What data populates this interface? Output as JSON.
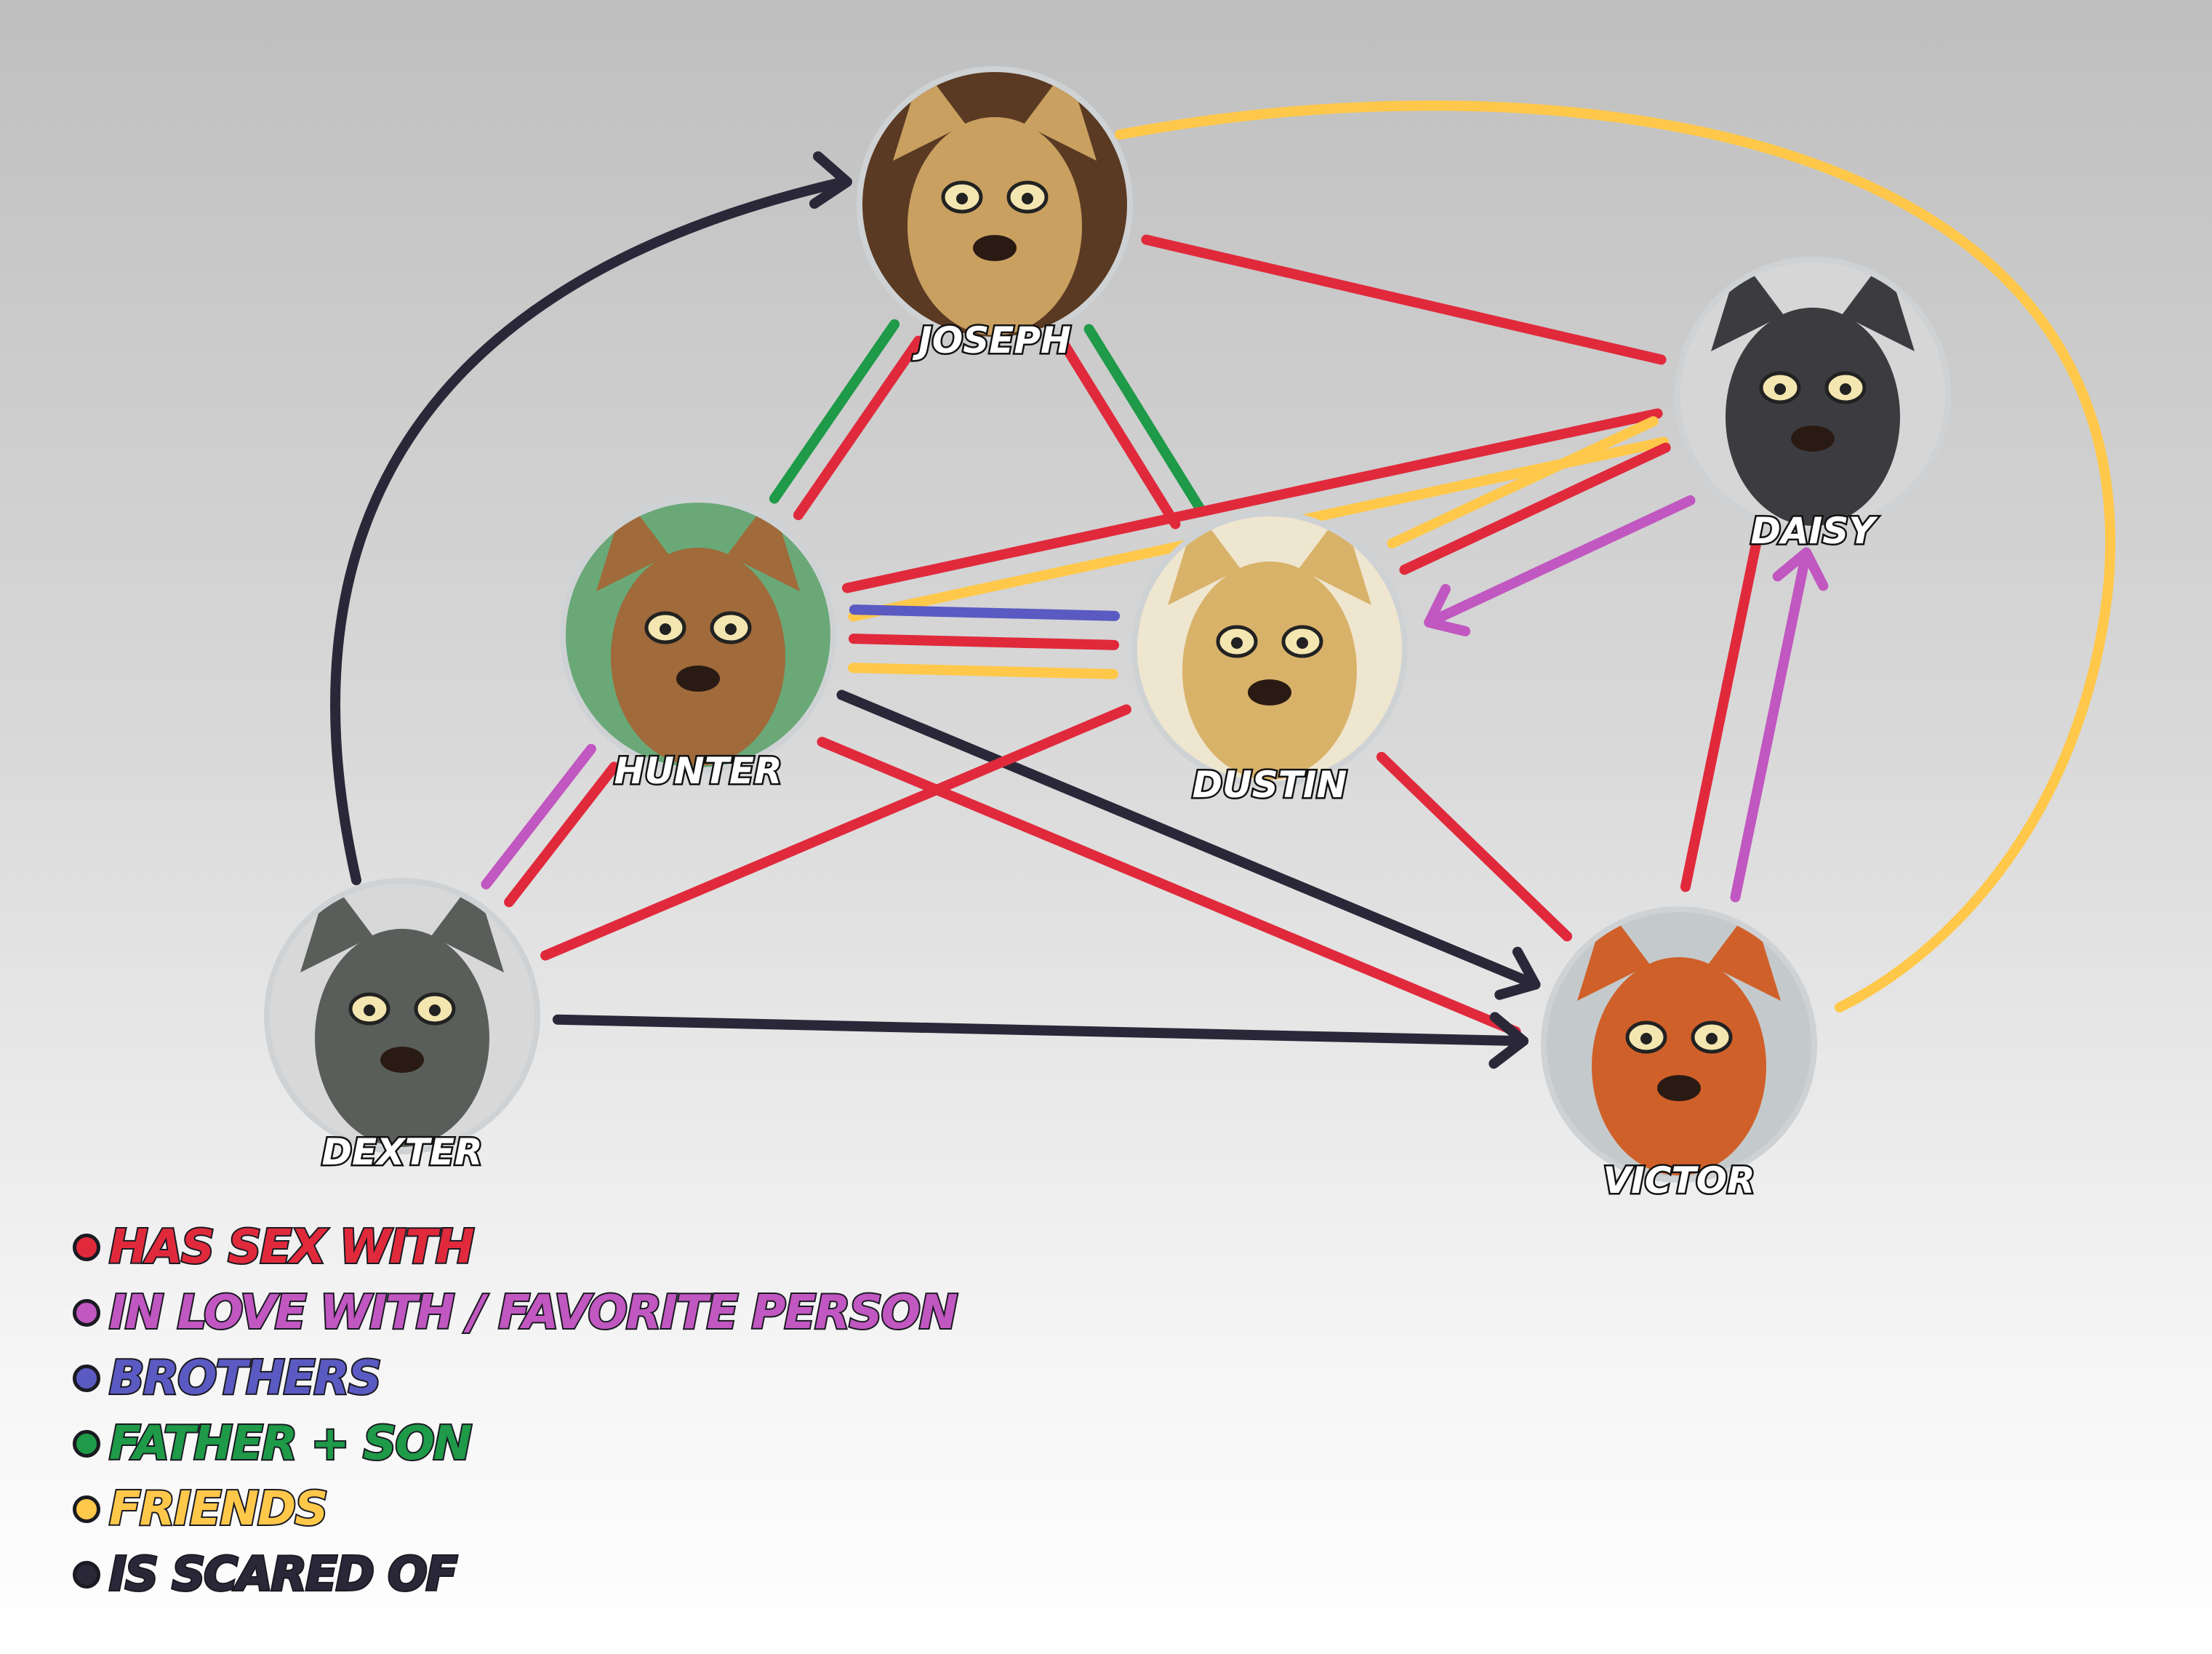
{
  "characters": [
    {
      "id": "joseph",
      "name": "JOSEPH",
      "color": "#5a3a22",
      "face": "#c9a060"
    },
    {
      "id": "daisy",
      "name": "DAISY",
      "color": "#d6d6d6",
      "face": "#3c3c40"
    },
    {
      "id": "hunter",
      "name": "HUNTER",
      "color": "#6aa878",
      "face": "#a06a3a"
    },
    {
      "id": "dustin",
      "name": "DUSTIN",
      "color": "#efe6d0",
      "face": "#d9b26a"
    },
    {
      "id": "dexter",
      "name": "DEXTER",
      "color": "#d8d8d8",
      "face": "#5a5e5a"
    },
    {
      "id": "victor",
      "name": "VICTOR",
      "color": "#c4cacc",
      "face": "#d0602a"
    }
  ],
  "relation_types": {
    "sex": {
      "label": "HAS SEX WITH",
      "color": "#e02a3c"
    },
    "love": {
      "label": "IN LOVE WITH / FAVORITE PERSON",
      "color": "#c157c0"
    },
    "brothers": {
      "label": "BROTHERS",
      "color": "#5a5ac2"
    },
    "father": {
      "label": "FATHER + SON",
      "color": "#1e9a48"
    },
    "friends": {
      "label": "FRIENDS",
      "color": "#ffc84a"
    },
    "scared": {
      "label": "IS SCARED OF",
      "color": "#2a2838"
    }
  },
  "legend_order": [
    "sex",
    "love",
    "brothers",
    "father",
    "friends",
    "scared"
  ],
  "edges": [
    {
      "from": "joseph",
      "to": "hunter",
      "types": [
        "sex",
        "father"
      ]
    },
    {
      "from": "joseph",
      "to": "dustin",
      "types": [
        "father",
        "sex"
      ]
    },
    {
      "from": "joseph",
      "to": "daisy",
      "types": [
        "sex"
      ]
    },
    {
      "from": "joseph",
      "to": "victor",
      "types": [
        "friends"
      ],
      "curve": true
    },
    {
      "from": "dexter",
      "to": "joseph",
      "types": [
        "scared"
      ],
      "arrow": true,
      "curve": true
    },
    {
      "from": "hunter",
      "to": "daisy",
      "types": [
        "sex",
        "friends"
      ]
    },
    {
      "from": "hunter",
      "to": "dustin",
      "types": [
        "brothers",
        "sex",
        "friends"
      ]
    },
    {
      "from": "hunter",
      "to": "victor",
      "types": [
        "scared"
      ],
      "arrow": true
    },
    {
      "from": "hunter",
      "to": "victor",
      "types": [
        "sex"
      ],
      "offset": 70
    },
    {
      "from": "hunter",
      "to": "dexter",
      "types": [
        "sex",
        "love"
      ]
    },
    {
      "from": "dustin",
      "to": "dexter",
      "types": [
        "sex"
      ]
    },
    {
      "from": "dustin",
      "to": "victor",
      "types": [
        "sex"
      ]
    },
    {
      "from": "daisy",
      "to": "dustin",
      "types": [
        "love"
      ],
      "arrow": true,
      "offset": -60
    },
    {
      "from": "daisy",
      "to": "dustin",
      "types": [
        "sex",
        "friends"
      ],
      "offset": 40
    },
    {
      "from": "victor",
      "to": "daisy",
      "types": [
        "love"
      ],
      "arrow": true,
      "offset": 35
    },
    {
      "from": "victor",
      "to": "daisy",
      "types": [
        "sex"
      ],
      "offset": -35
    },
    {
      "from": "dexter",
      "to": "victor",
      "types": [
        "scared"
      ],
      "arrow": true
    }
  ]
}
